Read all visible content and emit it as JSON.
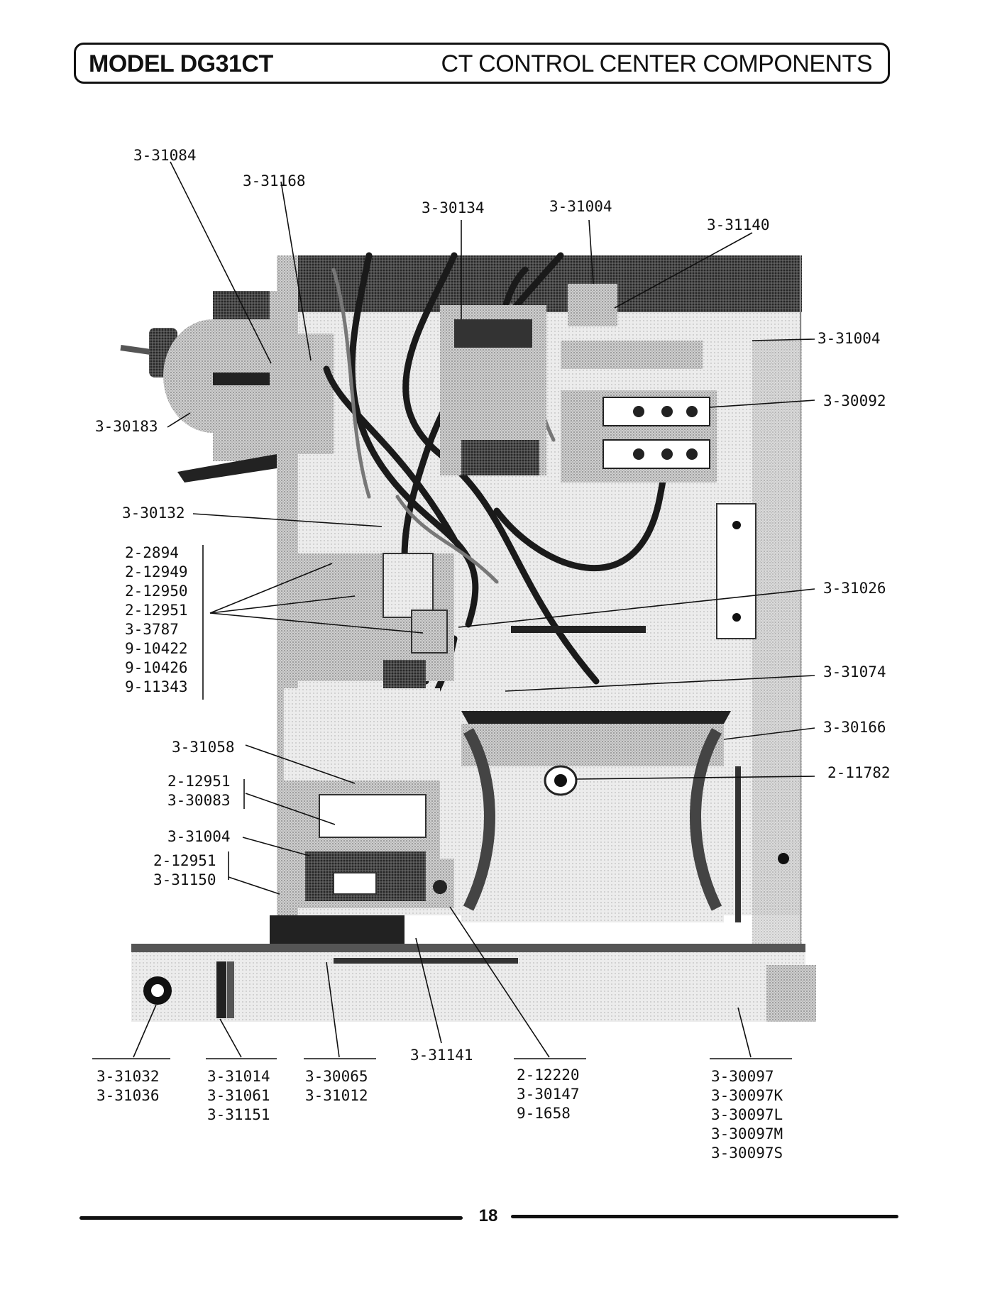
{
  "header": {
    "model": "MODEL DG31CT",
    "section_title": "CT CONTROL CENTER COMPONENTS"
  },
  "callouts": {
    "top": [
      "3-31084",
      "3-31168",
      "3-30134",
      "3-31004",
      "3-31140"
    ],
    "right": [
      "3-31004",
      "3-30092",
      "3-31026",
      "3-31074",
      "3-30166",
      "2-11782"
    ],
    "left": [
      "3-30183",
      "3-30132"
    ],
    "left_group": [
      "2-2894",
      "2-12949",
      "2-12950",
      "2-12951",
      "3-3787",
      "9-10422",
      "9-10426",
      "9-11343"
    ],
    "left_lower": {
      "a": "3-31058",
      "b": [
        "2-12951",
        "3-30083"
      ],
      "c": "3-31004",
      "d": [
        "2-12951",
        "3-31150"
      ]
    },
    "bottom": {
      "b1": [
        "3-31032",
        "3-31036"
      ],
      "b2": [
        "3-31014",
        "3-31061",
        "3-31151"
      ],
      "b3": [
        "3-30065",
        "3-31012"
      ],
      "b4": "3-31141",
      "b5": [
        "2-12220",
        "3-30147",
        "9-1658"
      ],
      "b6": [
        "3-30097",
        "3-30097K",
        "3-30097L",
        "3-30097M",
        "3-30097S"
      ]
    }
  },
  "footer": {
    "page_number": "18"
  }
}
